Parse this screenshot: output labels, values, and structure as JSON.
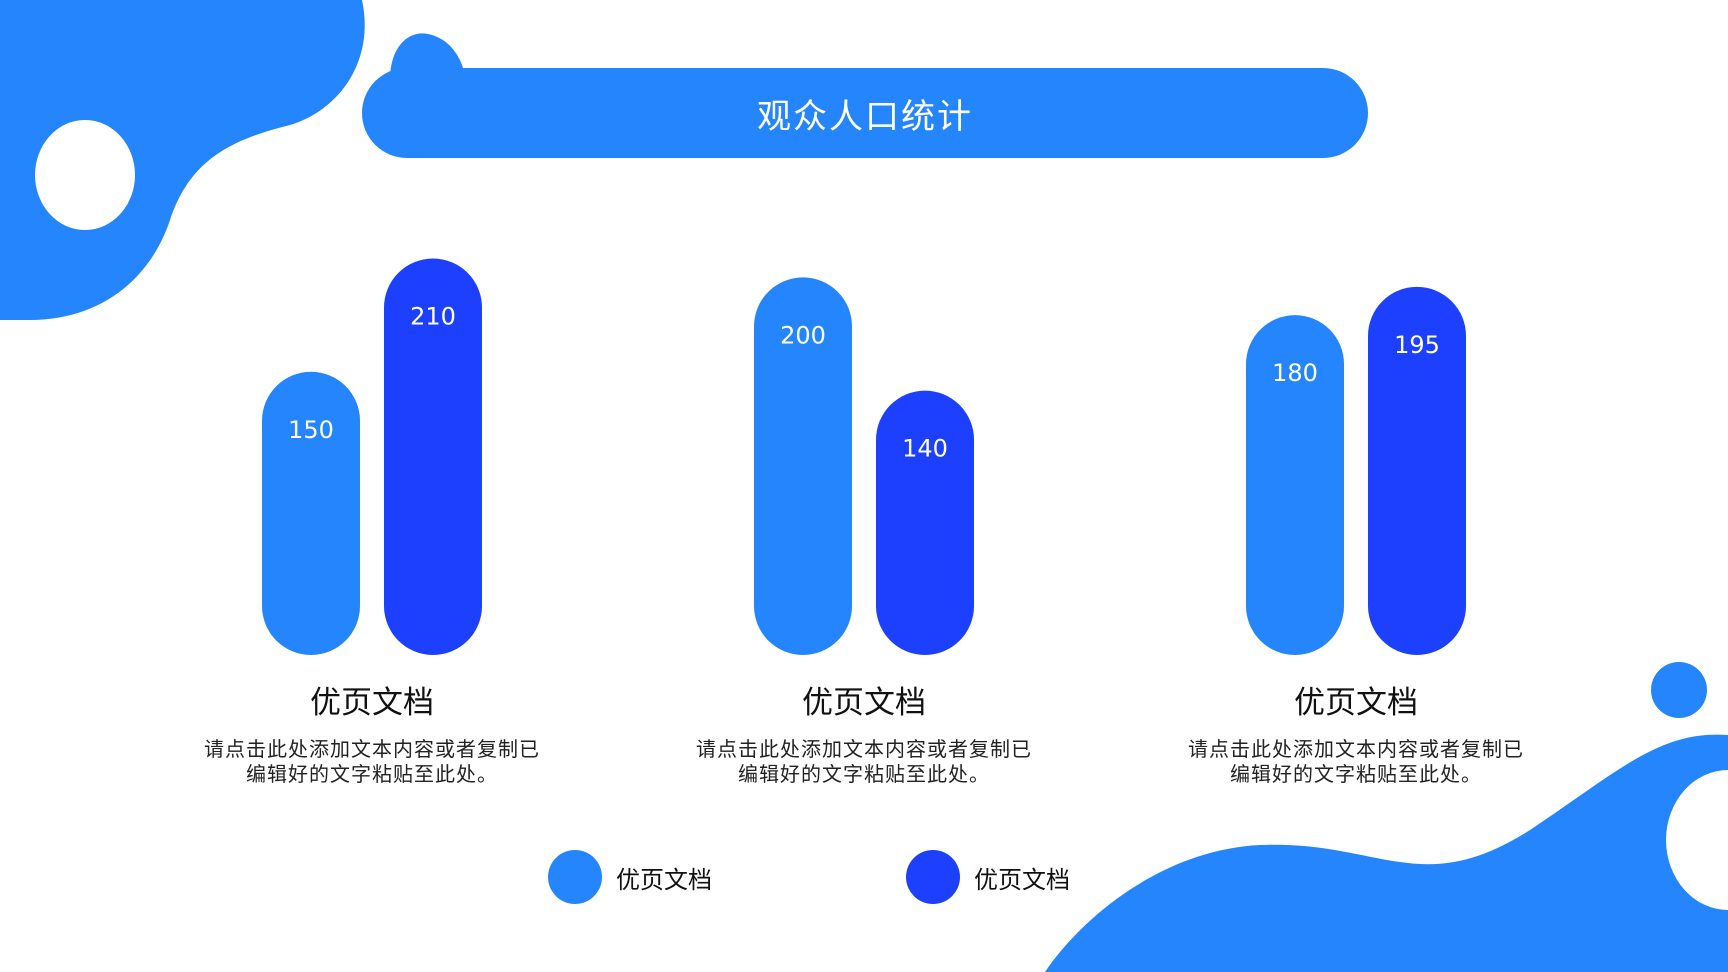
{
  "title": "观众人口统计",
  "colors": {
    "series1": "#2585fd",
    "series2": "#1c40fe",
    "background": "#ffffff",
    "label": "#ffffff"
  },
  "chart_data": {
    "type": "bar",
    "categories": [
      "优页文档",
      "优页文档",
      "优页文档"
    ],
    "series": [
      {
        "name": "优页文档",
        "values": [
          150,
          200,
          180
        ]
      },
      {
        "name": "优页文档",
        "values": [
          210,
          140,
          195
        ]
      }
    ],
    "ylim": [
      0,
      230
    ],
    "grid": false,
    "legend": "bottom",
    "title": "观众人口统计"
  },
  "groups": [
    {
      "title": "优页文档",
      "desc_line1": "请点击此处添加文本内容或者复制已",
      "desc_line2": "编辑好的文字粘贴至此处。"
    },
    {
      "title": "优页文档",
      "desc_line1": "请点击此处添加文本内容或者复制已",
      "desc_line2": "编辑好的文字粘贴至此处。"
    },
    {
      "title": "优页文档",
      "desc_line1": "请点击此处添加文本内容或者复制已",
      "desc_line2": "编辑好的文字粘贴至此处。"
    }
  ],
  "legend": [
    {
      "label": "优页文档"
    },
    {
      "label": "优页文档"
    }
  ]
}
